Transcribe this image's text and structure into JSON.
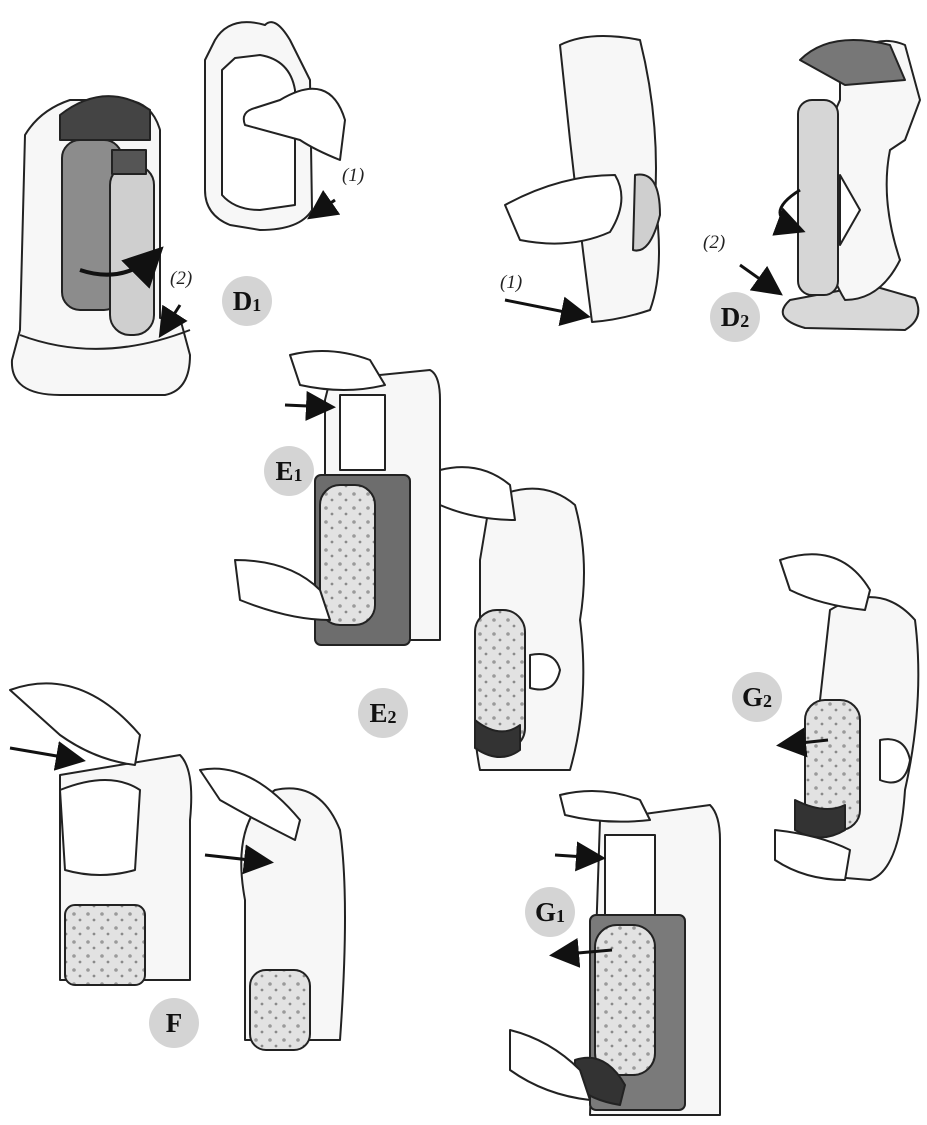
{
  "steps": {
    "d1": {
      "letter": "D",
      "sub": "1"
    },
    "d2": {
      "letter": "D",
      "sub": "2"
    },
    "e1": {
      "letter": "E",
      "sub": "1"
    },
    "e2": {
      "letter": "E",
      "sub": "2"
    },
    "f": {
      "letter": "F",
      "sub": ""
    },
    "g1": {
      "letter": "G",
      "sub": "1"
    },
    "g2": {
      "letter": "G",
      "sub": "2"
    }
  },
  "callouts": {
    "d1_1": "(1)",
    "d1_2": "(2)",
    "d2_1": "(1)",
    "d2_2": "(2)"
  },
  "icons": [
    "hand-icon",
    "arrow-icon",
    "rotate-arrow-icon",
    "bottle-icon",
    "co2-cylinder-icon",
    "soda-maker-icon"
  ]
}
